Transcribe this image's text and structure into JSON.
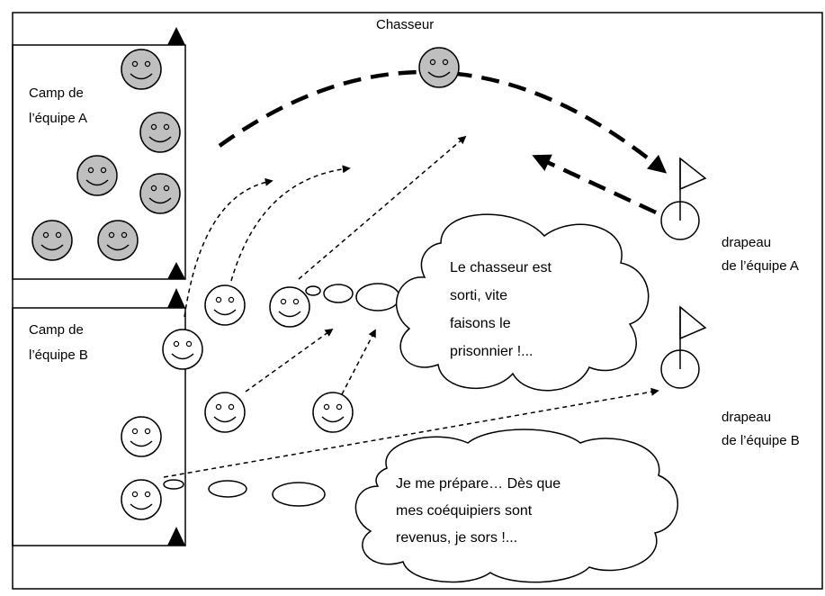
{
  "labels": {
    "hunter": "Chasseur",
    "camp_a": [
      "Camp de",
      "l’équipe A"
    ],
    "camp_b": [
      "Camp de",
      "l’équipe B"
    ],
    "flag_a": [
      "drapeau",
      "de l’équipe A"
    ],
    "flag_b": [
      "drapeau",
      "de l’équipe B"
    ]
  },
  "bubbles": {
    "hunter_out": [
      "Le chasseur est",
      "sorti, vite",
      "faisons le",
      "prisonnier !..."
    ],
    "preparing": [
      "Je me prépare… Dès que",
      "mes coéquipiers sont",
      "revenus, je sors !..."
    ]
  },
  "colors": {
    "team_a_face": "#bfbfbf",
    "team_b_face": "#ffffff",
    "stroke": "#000000"
  }
}
